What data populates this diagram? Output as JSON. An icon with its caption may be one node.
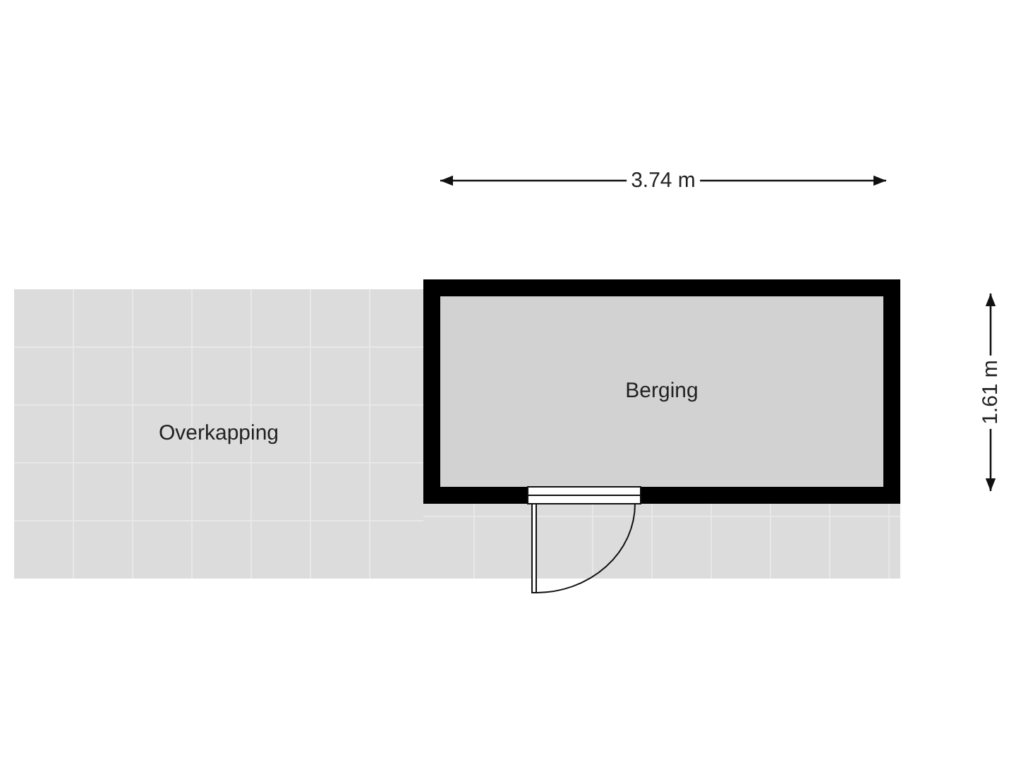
{
  "diagram": {
    "nodes": [
      {
        "text": [
          "Overkapping"
        ]
      },
      {
        "text": [
          "Berging"
        ]
      }
    ],
    "labels": [
      "3.74 m",
      "1.61 m"
    ]
  }
}
